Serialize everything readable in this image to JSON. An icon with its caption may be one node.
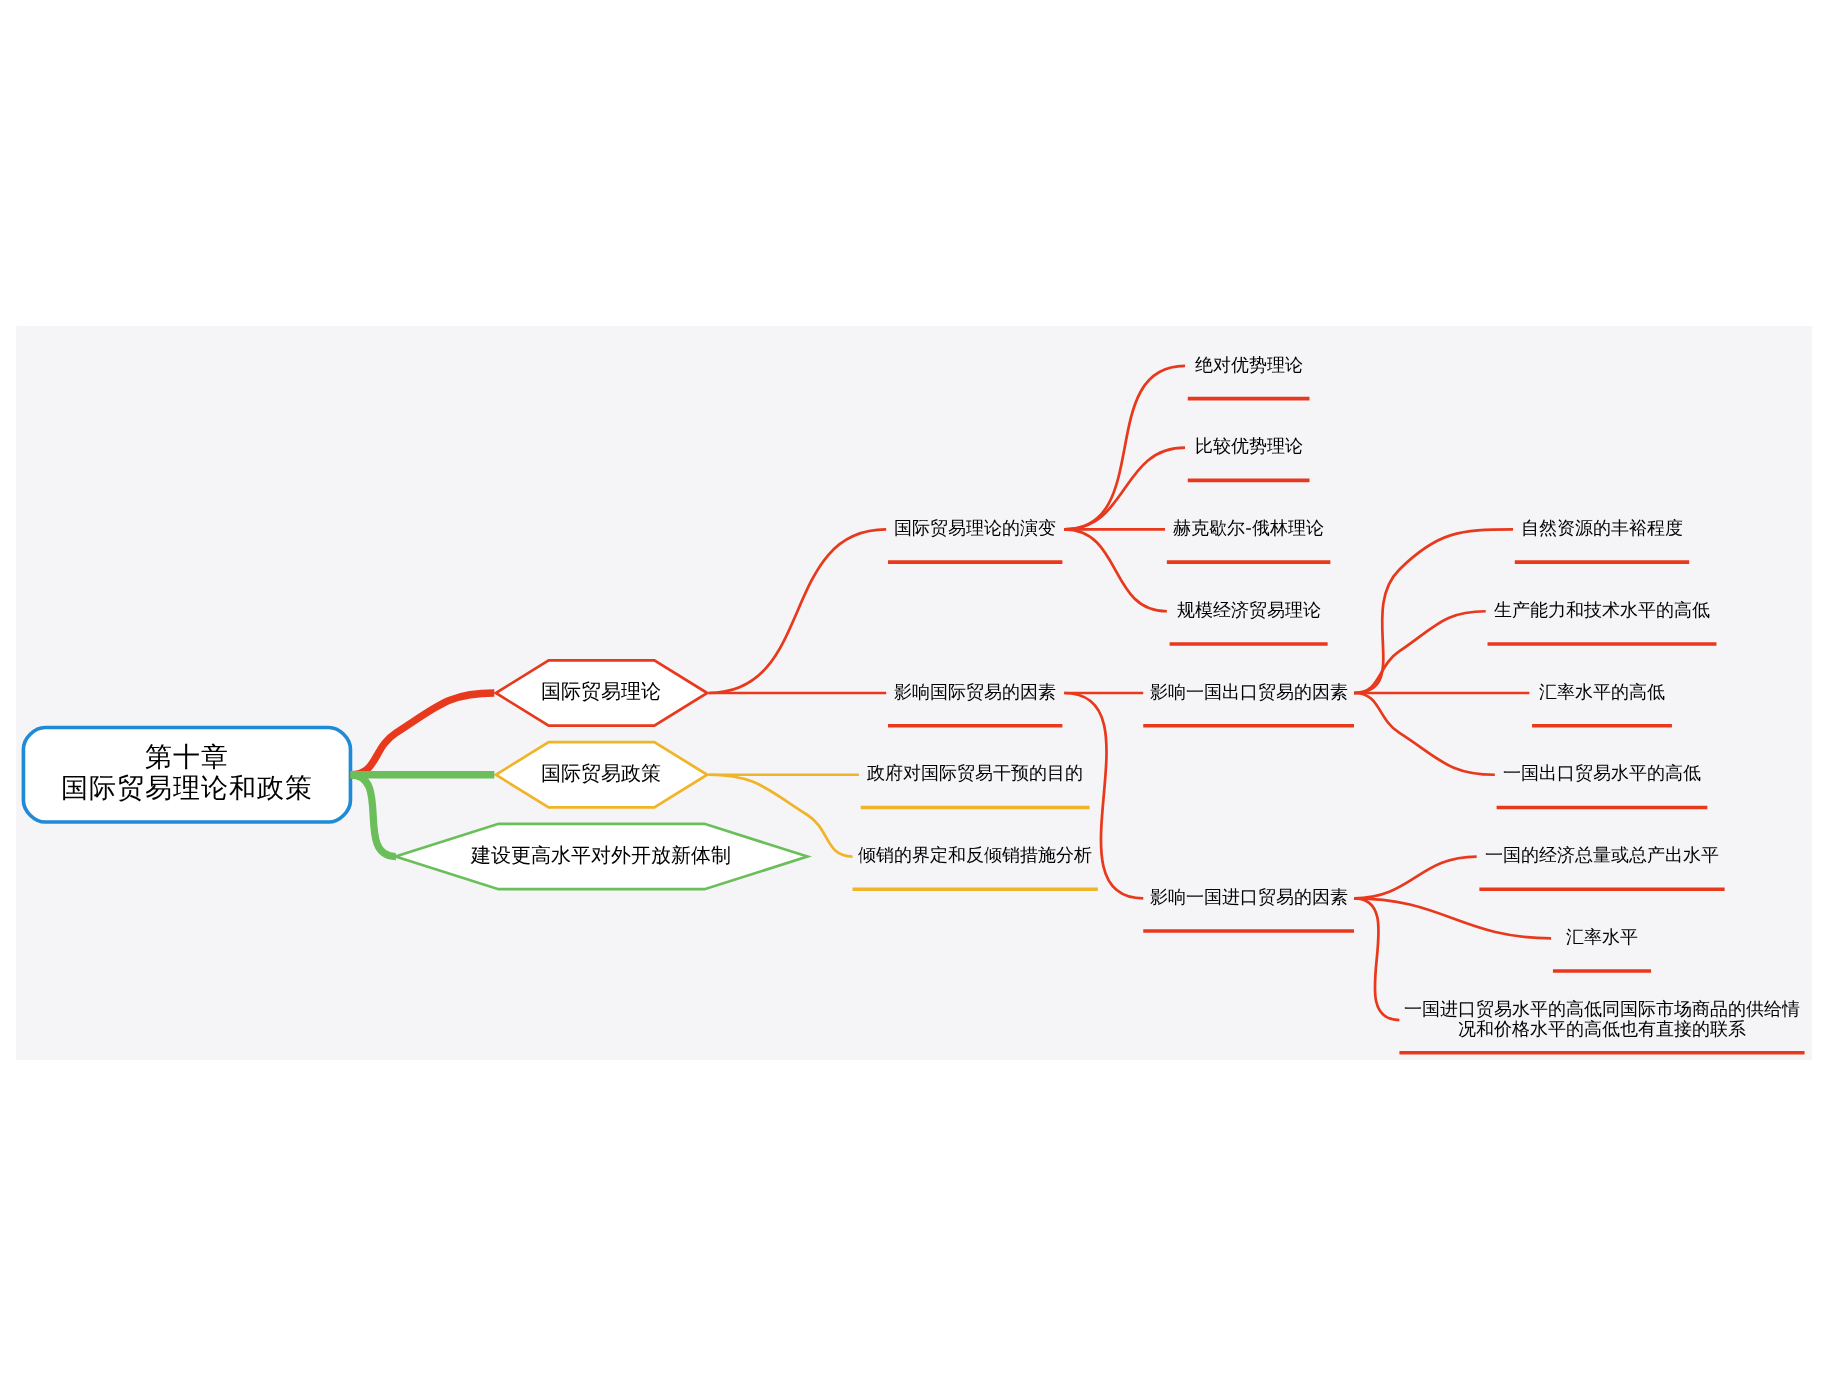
{
  "diagram": {
    "nodes": [
      {
        "text": [
          "第十章",
          "国际贸易理论和政策"
        ]
      },
      {
        "text": [
          "国际贸易理论"
        ]
      },
      {
        "text": [
          "国际贸易理论的演变"
        ]
      },
      {
        "text": [
          "绝对优势理论"
        ]
      },
      {
        "text": [
          "比较优势理论"
        ]
      },
      {
        "text": [
          "赫克歇尔-俄林理论"
        ]
      },
      {
        "text": [
          "规模经济贸易理论"
        ]
      },
      {
        "text": [
          "影响国际贸易的因素"
        ]
      },
      {
        "text": [
          "影响一国出口贸易的因素"
        ]
      },
      {
        "text": [
          "自然资源的丰裕程度"
        ]
      },
      {
        "text": [
          "生产能力和技术水平的高低"
        ]
      },
      {
        "text": [
          "汇率水平的高低"
        ]
      },
      {
        "text": [
          "一国出口贸易水平的高低"
        ]
      },
      {
        "text": [
          "影响一国进口贸易的因素"
        ]
      },
      {
        "text": [
          "一国的经济总量或总产出水平"
        ]
      },
      {
        "text": [
          "汇率水平"
        ]
      },
      {
        "text": [
          "一国进口贸易水平的高低同国际市场商品的供给情况和价格水平的高低也有直接的联系"
        ]
      },
      {
        "text": [
          "国际贸易政策"
        ]
      },
      {
        "text": [
          "政府对国际贸易干预的目的"
        ]
      },
      {
        "text": [
          "倾销的界定和反倾销措施分析"
        ]
      },
      {
        "text": [
          "建设更高水平对外开放新体制"
        ]
      }
    ],
    "edges": [
      {
        "from": 0,
        "to": 1,
        "arrow": "none",
        "style": "thick"
      },
      {
        "from": 1,
        "to": 2,
        "arrow": "none"
      },
      {
        "from": 2,
        "to": 3,
        "arrow": "none"
      },
      {
        "from": 2,
        "to": 4,
        "arrow": "none"
      },
      {
        "from": 2,
        "to": 5,
        "arrow": "none"
      },
      {
        "from": 2,
        "to": 6,
        "arrow": "none"
      },
      {
        "from": 1,
        "to": 7,
        "arrow": "none"
      },
      {
        "from": 7,
        "to": 8,
        "arrow": "none"
      },
      {
        "from": 8,
        "to": 9,
        "arrow": "none"
      },
      {
        "from": 8,
        "to": 10,
        "arrow": "none"
      },
      {
        "from": 8,
        "to": 11,
        "arrow": "none"
      },
      {
        "from": 8,
        "to": 12,
        "arrow": "none"
      },
      {
        "from": 7,
        "to": 13,
        "arrow": "none"
      },
      {
        "from": 13,
        "to": 14,
        "arrow": "none"
      },
      {
        "from": 13,
        "to": 15,
        "arrow": "none"
      },
      {
        "from": 13,
        "to": 16,
        "arrow": "none"
      },
      {
        "from": 0,
        "to": 17,
        "arrow": "none",
        "style": "thick",
        "color": "#6abf5a"
      },
      {
        "from": 17,
        "to": 18,
        "arrow": "none",
        "color": "#f0b429"
      },
      {
        "from": 17,
        "to": 19,
        "arrow": "none",
        "color": "#f0b429"
      },
      {
        "from": 0,
        "to": 20,
        "arrow": "none",
        "style": "thick",
        "color": "#6abf5a"
      }
    ]
  }
}
